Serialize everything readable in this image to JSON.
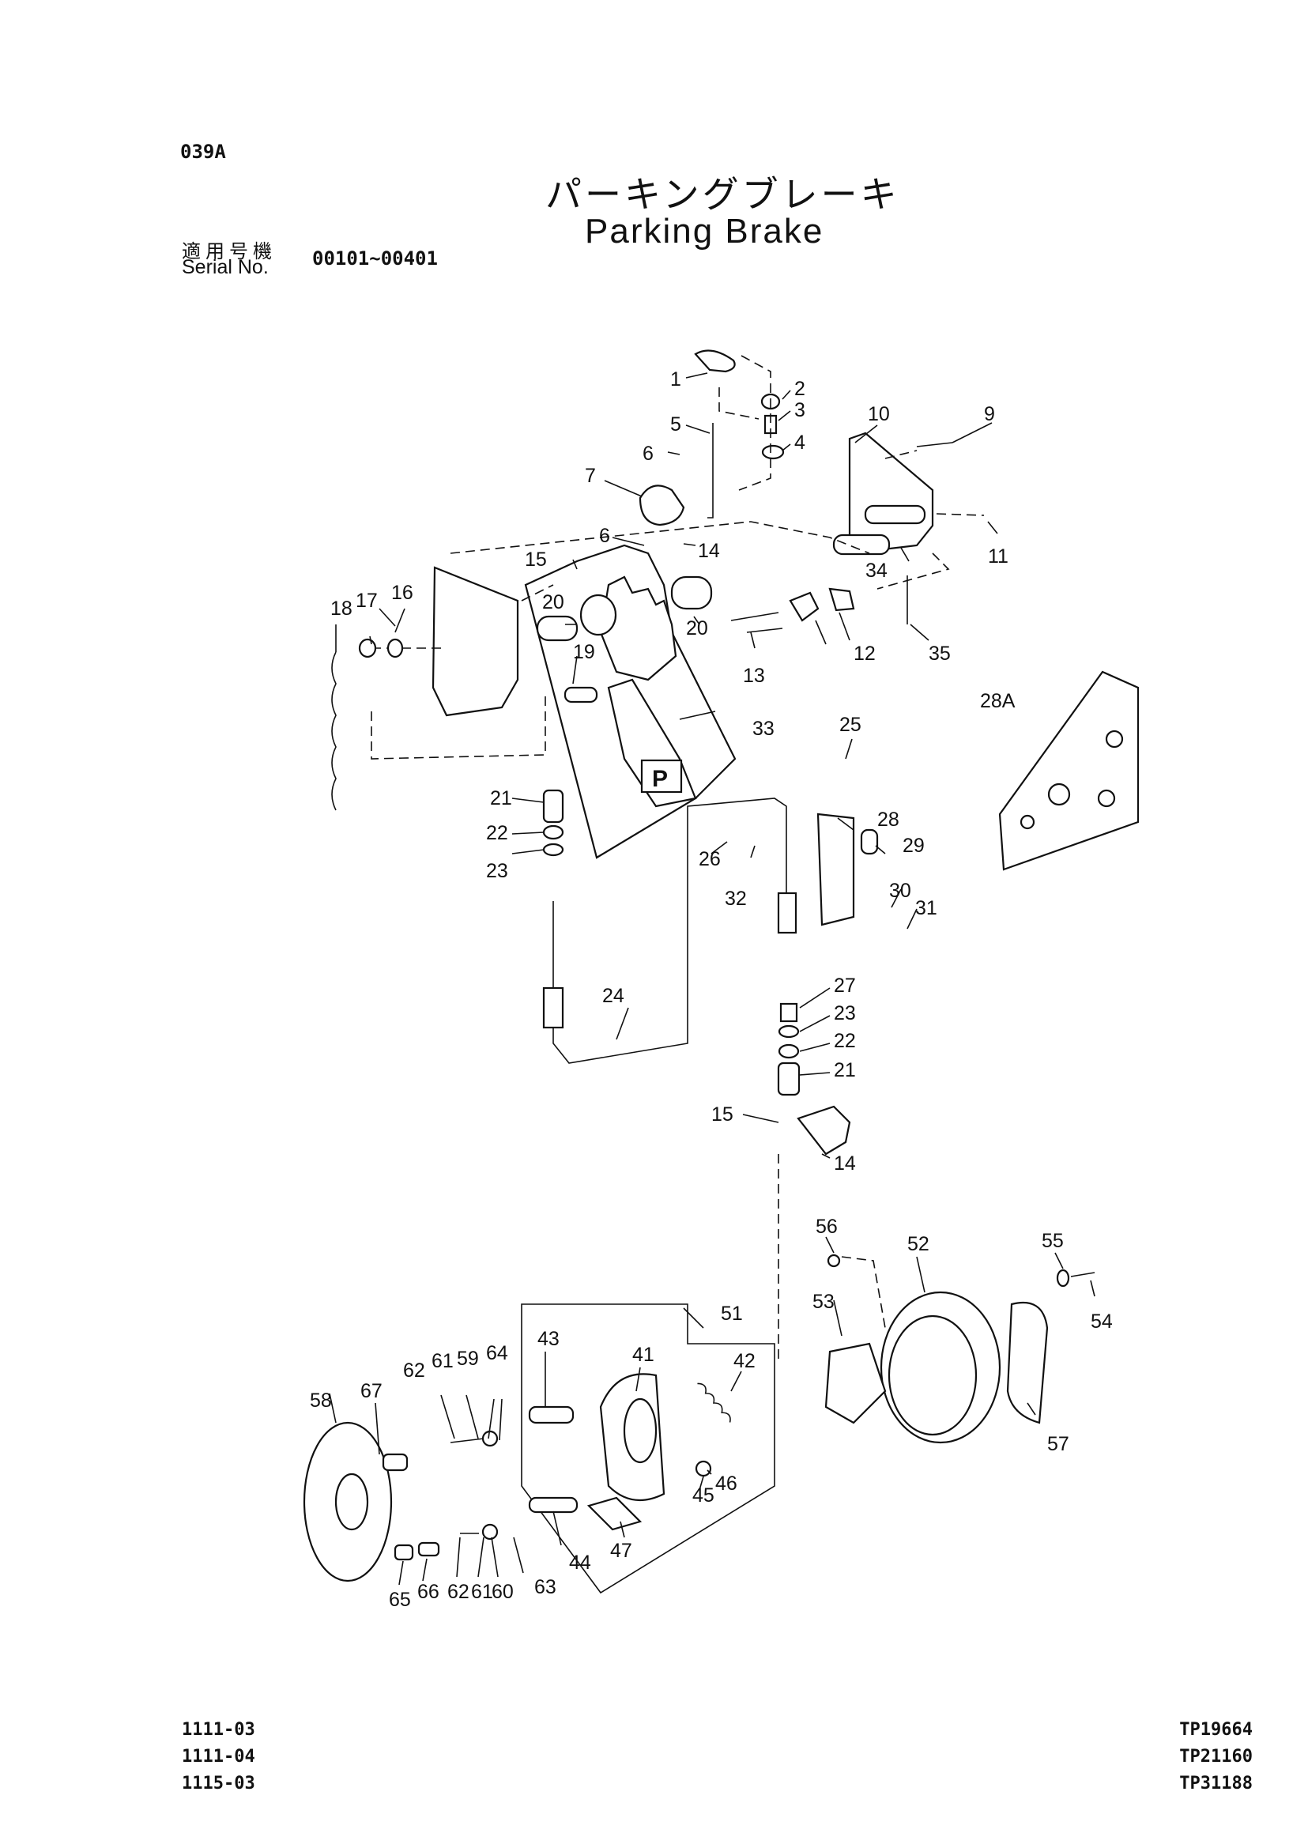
{
  "page_code": "039A",
  "title_jp": "パーキングブレーキ",
  "title_en": "Parking Brake",
  "serial": {
    "label_jp": "適用号機",
    "label_en": "Serial No.",
    "range": "00101~00401"
  },
  "models": [
    "1111-03",
    "1111-04",
    "1115-03"
  ],
  "refs": [
    "TP19664",
    "TP21160",
    "TP31188"
  ],
  "callouts": [
    "1",
    "2",
    "3",
    "4",
    "5",
    "6",
    "6",
    "7",
    "9",
    "10",
    "11",
    "12",
    "13",
    "14",
    "14",
    "15",
    "15",
    "16",
    "17",
    "18",
    "19",
    "20",
    "20",
    "21",
    "21",
    "22",
    "22",
    "23",
    "23",
    "24",
    "25",
    "26",
    "27",
    "28",
    "28A",
    "29",
    "30",
    "31",
    "32",
    "33",
    "34",
    "35",
    "41",
    "42",
    "43",
    "44",
    "45",
    "46",
    "47",
    "51",
    "52",
    "53",
    "54",
    "55",
    "56",
    "57",
    "58",
    "59",
    "60",
    "61",
    "61",
    "62",
    "62",
    "63",
    "64",
    "65",
    "66",
    "67"
  ]
}
